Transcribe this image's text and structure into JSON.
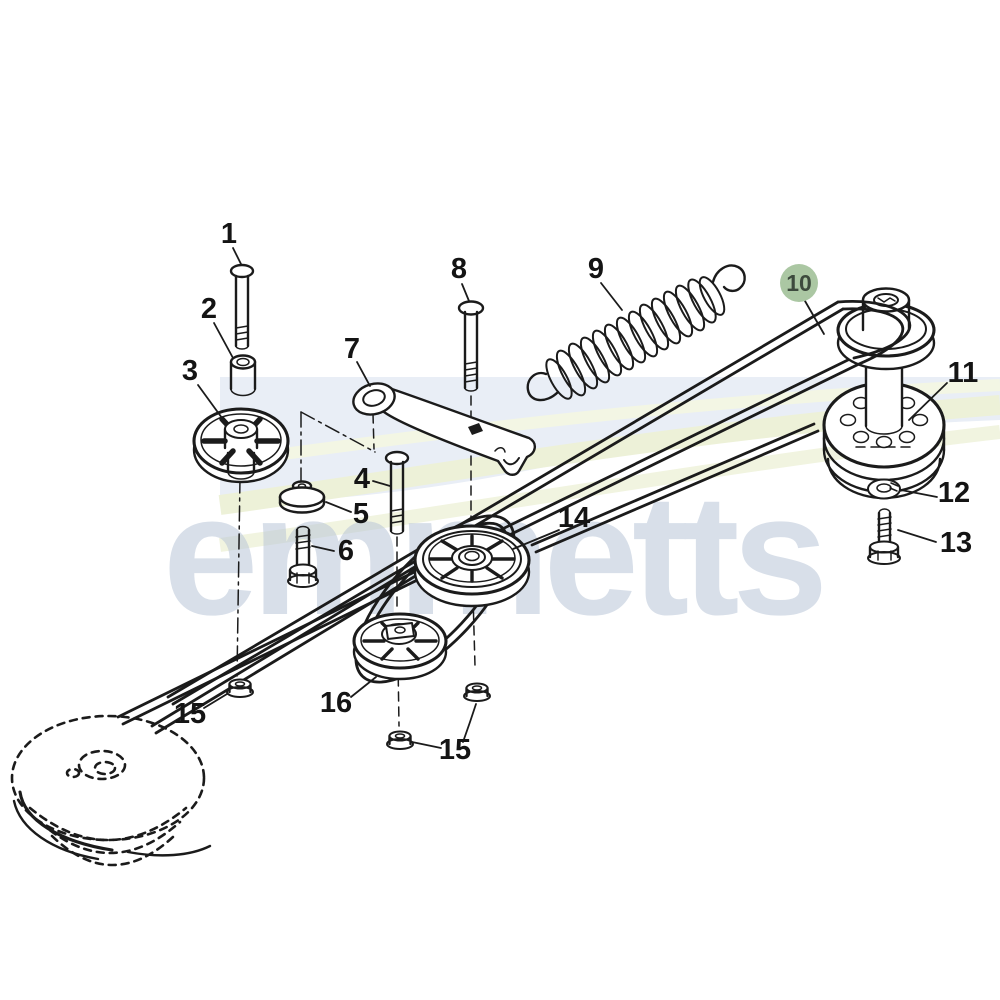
{
  "diagram": {
    "kind": "exploded-parts-diagram",
    "line_color": "#1b1b1b",
    "background_color": "#ffffff"
  },
  "watermark": {
    "text": "emmetts",
    "color": "#b9c6d8",
    "band_color": "#e9eef6",
    "swoosh_color": "#edf1d8"
  },
  "highlight": {
    "fill": "#abc7a3",
    "text_color": "#3d4a3d"
  },
  "callouts": {
    "c1": "1",
    "c2": "2",
    "c3": "3",
    "c4": "4",
    "c5": "5",
    "c6": "6",
    "c7": "7",
    "c8": "8",
    "c9": "9",
    "c10": "10",
    "c11": "11",
    "c12": "12",
    "c13": "13",
    "c14": "14",
    "c15_left": "15",
    "c15_bottom": "15",
    "c16": "16"
  }
}
